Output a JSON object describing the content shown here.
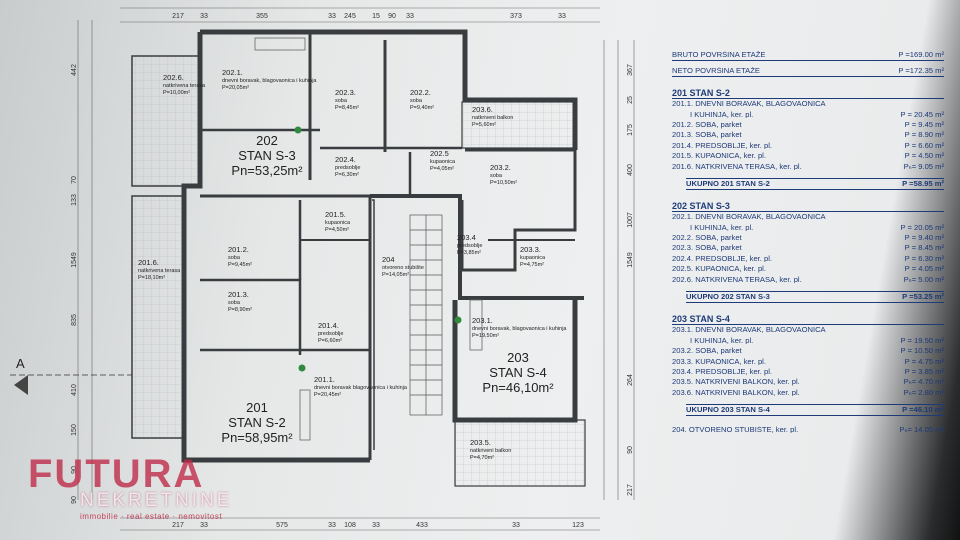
{
  "dimensions": {
    "top": [
      "217",
      "33",
      "355",
      "33",
      "245",
      "15",
      "90",
      "33",
      "373",
      "33"
    ],
    "bottom": [
      "217",
      "33",
      "575",
      "33",
      "108",
      "33",
      "433",
      "33",
      "123"
    ],
    "left": [
      "442",
      "70",
      "133",
      "1549",
      "835",
      "410",
      "150",
      "90",
      "90"
    ],
    "right": [
      "367",
      "25",
      "175",
      "400",
      "1007",
      "1549",
      "264",
      "90",
      "217"
    ]
  },
  "rooms": {
    "r2021": {
      "num": "202.1.",
      "desc": "dnevni boravak, blagovaonica i kuhinja",
      "area": "P=20,05m²"
    },
    "r2023": {
      "num": "202.3.",
      "desc": "soba",
      "area": "P=8,45m²"
    },
    "r2022": {
      "num": "202.2.",
      "desc": "soba",
      "area": "P=9,40m²"
    },
    "r2026": {
      "num": "202.6.",
      "desc": "natkrivena terasa",
      "area": "P=10,00m²"
    },
    "r2024": {
      "num": "202.4.",
      "desc": "predsoblje",
      "area": "P=6,30m²"
    },
    "r2025": {
      "num": "202.5",
      "desc": "kupaonica",
      "area": "P=4,05m²"
    },
    "r2036": {
      "num": "203.6.",
      "desc": "natkriveni balkon",
      "area": "P=5,60m²"
    },
    "r2032": {
      "num": "203.2.",
      "desc": "soba",
      "area": "P=10,50m²"
    },
    "r2015": {
      "num": "201.5.",
      "desc": "kupaonica",
      "area": "P=4,50m²"
    },
    "r2034": {
      "num": "203.4",
      "desc": "predsoblje",
      "area": "P=3,85m²"
    },
    "r2033": {
      "num": "203.3.",
      "desc": "kupaonica",
      "area": "P=4,75m²"
    },
    "r2012": {
      "num": "201.2.",
      "desc": "soba",
      "area": "P=9,45m²"
    },
    "r2016": {
      "num": "201.6.",
      "desc": "natkrivena terasa",
      "area": "P=18,10m²"
    },
    "r204": {
      "num": "204",
      "desc": "otvoreno stubište",
      "area": "P=14,05m²"
    },
    "r2013": {
      "num": "201.3.",
      "desc": "soba",
      "area": "P=8,90m²"
    },
    "r2031": {
      "num": "203.1.",
      "desc": "dnevni boravak, blagovaonica i kuhinja",
      "area": "P=19,50m²"
    },
    "r2014": {
      "num": "201.4.",
      "desc": "predsoblje",
      "area": "P=6,60m²"
    },
    "r2011": {
      "num": "201.1.",
      "desc": "dnevni boravak blagovaonica i kuhinja",
      "area": "P=20,45m²"
    },
    "r2035": {
      "num": "203.5.",
      "desc": "natkriveni balkon",
      "area": "P=4,70m²"
    }
  },
  "units": {
    "u202": {
      "num": "202",
      "name": "STAN S-3",
      "area": "Pn=53,25m²"
    },
    "u201": {
      "num": "201",
      "name": "STAN S-2",
      "area": "Pn=58,95m²"
    },
    "u203": {
      "num": "203",
      "name": "STAN S-4",
      "area": "Pn=46,10m²"
    }
  },
  "section_mark": "A",
  "legend": {
    "bruto_label": "BRUTO POVRŠINA ETAŽE",
    "bruto_val": "P =169.00 m²",
    "neto_label": "NETO POVRŠINA ETAŽE",
    "neto_val": "P =172.35 m²",
    "s201": {
      "title": "201 STAN S-2",
      "rows": [
        {
          "l": "201.1. DNEVNI BORAVAK, BLAGOVAONICA",
          "v": ""
        },
        {
          "l": "I KUHINJA, ker. pl.",
          "v": "P = 20.45 m²",
          "i": true
        },
        {
          "l": "201.2. SOBA, parket",
          "v": "P = 9.45 m²"
        },
        {
          "l": "201.3. SOBA, parket",
          "v": "P = 8.90 m²"
        },
        {
          "l": "201.4. PREDSOBLJE, ker. pl.",
          "v": "P = 6.60 m²"
        },
        {
          "l": "201.5. KUPAONICA, ker. pl.",
          "v": "P = 4.50 m²"
        },
        {
          "l": "201.6. NATKRIVENA TERASA, ker. pl.",
          "v": "Pₙ= 9.05 m²"
        }
      ],
      "total_l": "UKUPNO 201 STAN S-2",
      "total_v": "P =58.95 m²"
    },
    "s202": {
      "title": "202 STAN S-3",
      "rows": [
        {
          "l": "202.1. DNEVNI BORAVAK, BLAGOVAONICA",
          "v": ""
        },
        {
          "l": "I KUHINJA, ker. pl.",
          "v": "P = 20.05 m²",
          "i": true
        },
        {
          "l": "202.2. SOBA, parket",
          "v": "P = 9.40 m²"
        },
        {
          "l": "202.3. SOBA, parket",
          "v": "P = 8.45 m²"
        },
        {
          "l": "202.4. PREDSOBLJE, ker. pl.",
          "v": "P = 6.30 m²"
        },
        {
          "l": "202.5. KUPAONICA, ker. pl.",
          "v": "P = 4.05 m²"
        },
        {
          "l": "202.6. NATKRIVENA TERASA, ker. pl.",
          "v": "Pₙ= 5.00 m²"
        }
      ],
      "total_l": "UKUPNO 202 STAN S-3",
      "total_v": "P =53.25 m²"
    },
    "s203": {
      "title": "203 STAN S-4",
      "rows": [
        {
          "l": "203.1. DNEVNI BORAVAK, BLAGOVAONICA",
          "v": ""
        },
        {
          "l": "I KUHINJA, ker. pl.",
          "v": "P = 19.50 m²",
          "i": true
        },
        {
          "l": "203.2. SOBA, parket",
          "v": "P = 10.50 m²"
        },
        {
          "l": "203.3. KUPAONICA, ker. pl.",
          "v": "P = 4.75 m²"
        },
        {
          "l": "203.4. PREDSOBLJE, ker. pl.",
          "v": "P = 3.85 m²"
        },
        {
          "l": "203.5. NATKRIVENI BALKON, ker. pl.",
          "v": "Pₙ= 4.70 m²"
        },
        {
          "l": "203.6. NATKRIVENI BALKON, ker. pl.",
          "v": "Pₙ= 2.80 m²"
        }
      ],
      "total_l": "UKUPNO 203 STAN S-4",
      "total_v": "P =46.10 m²"
    },
    "stair_l": "204. OTVORENO STUBIŠTE, ker. pl.",
    "stair_v": "Pₙ= 14.05 m²"
  },
  "watermark": {
    "line1": "FUTURA",
    "line2": "NEKRETNINE",
    "line3": "immobilie · real estate · nemovitost"
  },
  "colors": {
    "ink": "#1e3a78",
    "wall": "#3a3d40",
    "watermark": "#be2846"
  }
}
